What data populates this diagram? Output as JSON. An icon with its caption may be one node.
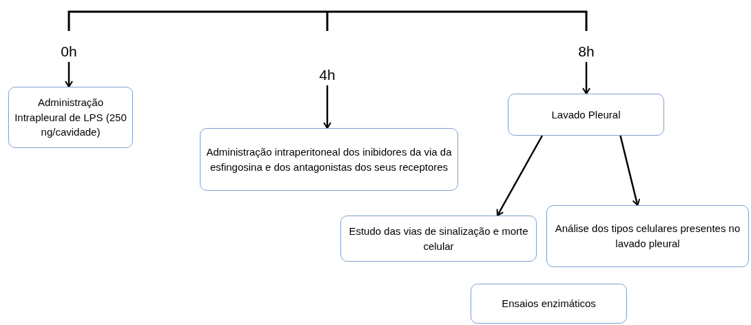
{
  "diagram": {
    "nodes": [
      {
        "text": [
          "0h"
        ]
      },
      {
        "text": [
          "Administração Intrapleural de LPS (250 ng/cavidade)"
        ]
      },
      {
        "text": [
          "4h"
        ]
      },
      {
        "text": [
          "Administração intraperitoneal dos inibidores da via da esfingosina e dos antagonistas dos seus receptores"
        ]
      },
      {
        "text": [
          "8h"
        ]
      },
      {
        "text": [
          "Lavado Pleural"
        ]
      },
      {
        "text": [
          "Estudo das vias de sinalização e morte celular"
        ]
      },
      {
        "text": [
          "Análise dos tipos celulares presentes no lavado pleural"
        ]
      },
      {
        "text": [
          "Ensaios enzimáticos"
        ]
      }
    ],
    "edges": [
      {
        "from": 0,
        "to": 1,
        "arrow": "to"
      },
      {
        "from": 2,
        "to": 3,
        "arrow": "to"
      },
      {
        "from": 4,
        "to": 5,
        "arrow": "to"
      },
      {
        "from": 5,
        "to": 6,
        "arrow": "to"
      },
      {
        "from": 5,
        "to": 7,
        "arrow": "to"
      }
    ]
  }
}
